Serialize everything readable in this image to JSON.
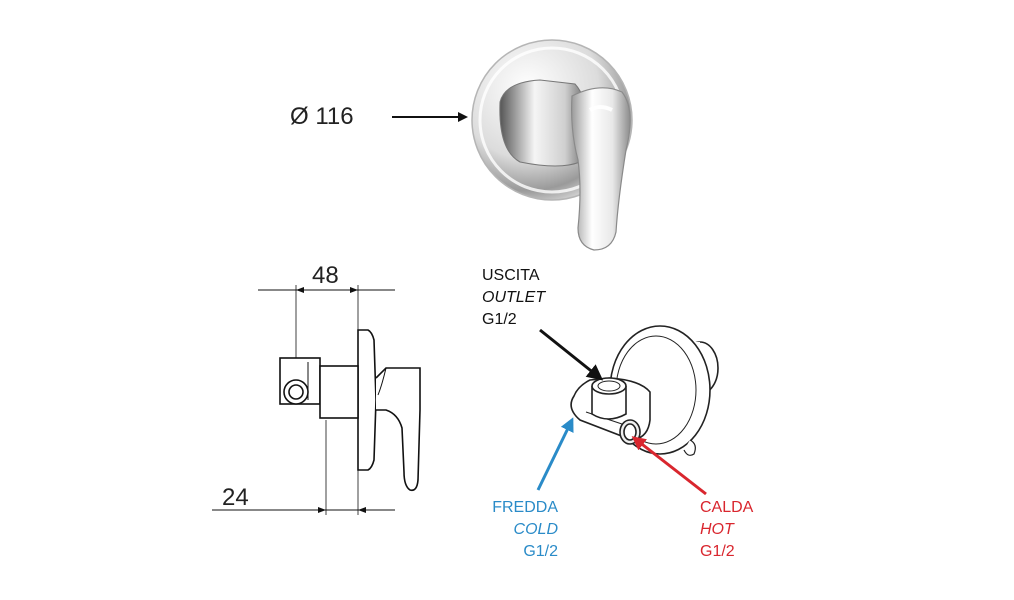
{
  "dimensions": {
    "diameter": "Ø  116",
    "depth": "48",
    "offset": "24"
  },
  "outlet": {
    "label_it": "USCITA",
    "label_en": "OUTLET",
    "thread": "G1/2",
    "color": "#111111"
  },
  "cold": {
    "label_it": "FREDDA",
    "label_en": "COLD",
    "thread": "G1/2",
    "color": "#2a8bc8"
  },
  "hot": {
    "label_it": "CALDA",
    "label_en": "HOT",
    "thread": "G1/2",
    "color": "#d9262e"
  },
  "icons": {
    "faucet_front": "mixer-front-photo-icon",
    "faucet_side": "mixer-side-drawing-icon",
    "valve_body": "valve-body-drawing-icon"
  }
}
